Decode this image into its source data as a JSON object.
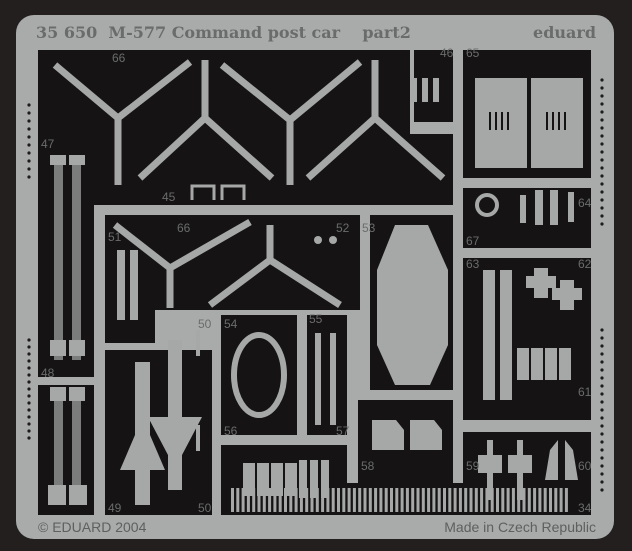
{
  "fret": {
    "title": "35 650  M-577 Command post car    part2",
    "brand": "eduard",
    "copyright": "© EDUARD 2004",
    "origin": "Made in Czech Republic",
    "colors": {
      "background": "#231f1f",
      "metal": "#a9abab",
      "cutout": "#151313",
      "text": "#6a6c6c"
    }
  },
  "part_numbers": {
    "p34": "34",
    "p45": "45",
    "p46": "46",
    "p47": "47",
    "p48": "48",
    "p49": "49",
    "p50a": "50",
    "p50b": "50",
    "p51": "51",
    "p52": "52",
    "p53": "53",
    "p54": "54",
    "p55": "55",
    "p56": "56",
    "p57": "57",
    "p58": "58",
    "p59": "59",
    "p60": "60",
    "p61": "61",
    "p62": "62",
    "p63": "63",
    "p64": "64",
    "p65": "65",
    "p66a": "66",
    "p66b": "66",
    "p67": "67"
  }
}
